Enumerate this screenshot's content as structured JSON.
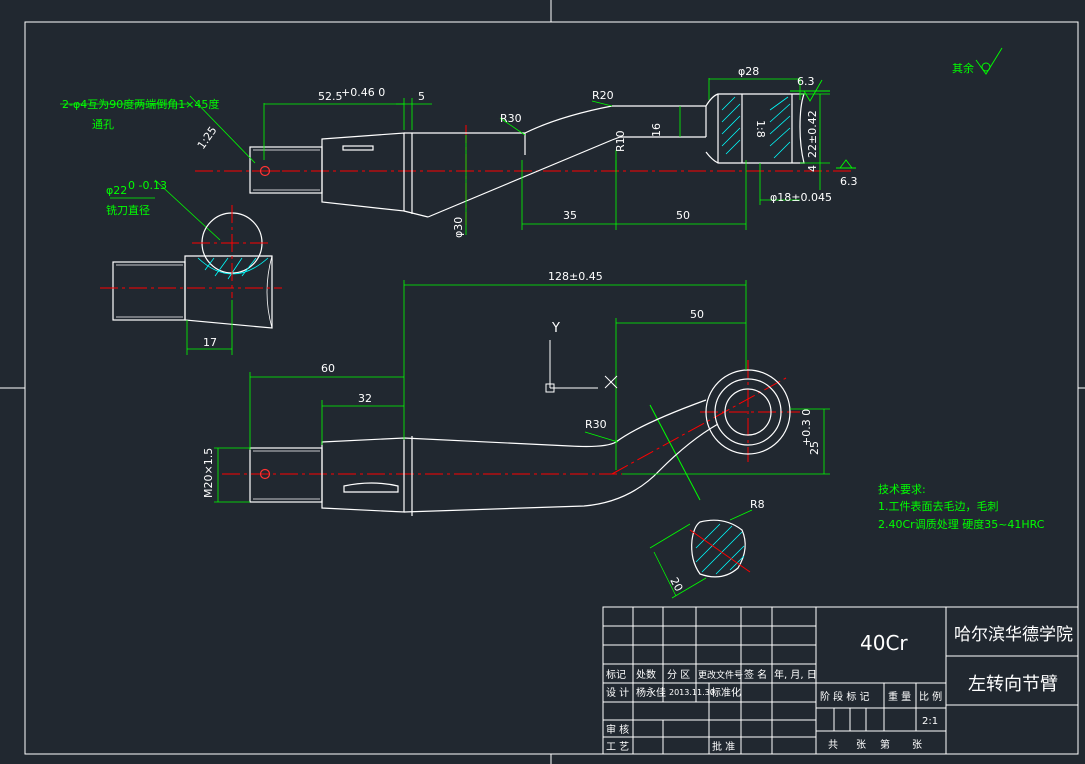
{
  "surface_finish": {
    "rest": "其余",
    "top": "6.3",
    "right": "6.3"
  },
  "hole_note": {
    "line1": "2-φ4互为90度两端倒角1×45度",
    "line2": "通孔"
  },
  "saw_note": {
    "line1": "φ22",
    "tol": "0 -0.13",
    "line2": "铣刀直径"
  },
  "dims_top": {
    "d525": "52.5",
    "d525_tol": "+0.46 0",
    "d5": "5",
    "r30": "R30",
    "r20": "R20",
    "r10": "R10",
    "d16": "16",
    "phi28": "φ28",
    "d22": "22±0.42",
    "d4": "4",
    "phi18": "φ18±0.045",
    "d35": "35",
    "d50": "50",
    "phi30": "φ30",
    "ang": "1:25",
    "taper": "1:8"
  },
  "dims_saw": {
    "d17": "17"
  },
  "dims_bottom": {
    "d128": "128±0.45",
    "d50": "50",
    "d60": "60",
    "d32": "32",
    "r30": "R30",
    "m20": "M20×1.5",
    "d25": "25",
    "d25_tol": "+0.3 0",
    "r8": "R8",
    "d20": "20"
  },
  "axis": {
    "y": "Y",
    "x": "X"
  },
  "tech_req": {
    "title": "技术要求:",
    "item1": "1.工件表面去毛边，毛刺",
    "item2": "2.40Cr调质处理 硬度35~41HRC"
  },
  "title_block": {
    "material": "40Cr",
    "school": "哈尔滨华德学院",
    "part_name": "左转向节臂",
    "scale": "2:1",
    "headers": [
      "标记",
      "处数",
      "分 区",
      "更改文件号",
      "签 名",
      "年, 月, 日"
    ],
    "design_label": "设 计",
    "designer": "杨永佳",
    "date": "2013.11.30",
    "standard": "标准化",
    "review": "审 核",
    "process": "工 艺",
    "approve": "批 准",
    "stage_mark": "阶 段 标 记",
    "weight": "重 量",
    "scale_label": "比 例",
    "total": "共",
    "sheets1": "张",
    "page": "第",
    "sheets2": "张"
  },
  "colors": {
    "background": "#212830",
    "outline": "#ffffff",
    "centerline": "#ff0000",
    "dimension": "#00ff00",
    "hatch": "#00ffff"
  }
}
